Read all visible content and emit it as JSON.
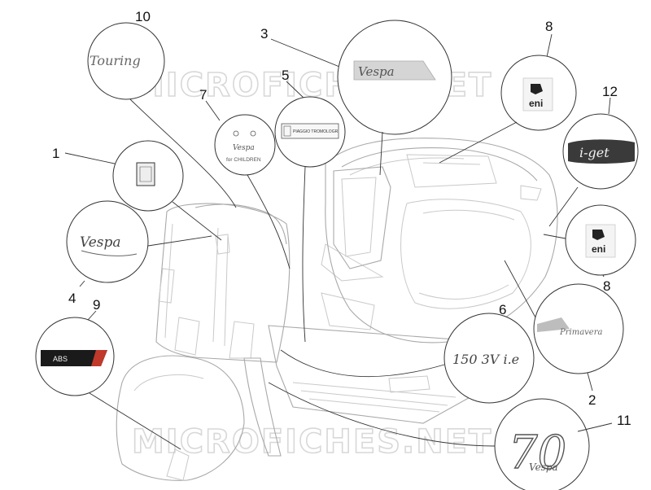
{
  "watermark": {
    "text": "MICROFICHES.NET"
  },
  "callouts": [
    {
      "id": "10",
      "label": "10"
    },
    {
      "id": "3",
      "label": "3"
    },
    {
      "id": "8a",
      "label": "8"
    },
    {
      "id": "7",
      "label": "7"
    },
    {
      "id": "5",
      "label": "5"
    },
    {
      "id": "12",
      "label": "12"
    },
    {
      "id": "1",
      "label": "1"
    },
    {
      "id": "8b",
      "label": "8"
    },
    {
      "id": "4",
      "label": "4"
    },
    {
      "id": "9",
      "label": "9"
    },
    {
      "id": "6",
      "label": "6"
    },
    {
      "id": "2",
      "label": "2"
    },
    {
      "id": "11",
      "label": "11"
    }
  ],
  "badges": {
    "touring": "Touring",
    "vespa_script": "Vespa",
    "eni": "eni",
    "children_text": "for CHILDREN",
    "piaggio_label": "PIAGGIO TROMOLOGR",
    "iget": "i-get",
    "abs": "ABS",
    "engine": "150 3V i.e",
    "primavera": "Primavera",
    "seventy": "70"
  },
  "colors": {
    "line": "#333333",
    "body": "#c9c9c9",
    "abs_badge": "#1a1a1a",
    "abs_accent": "#c0392b"
  }
}
